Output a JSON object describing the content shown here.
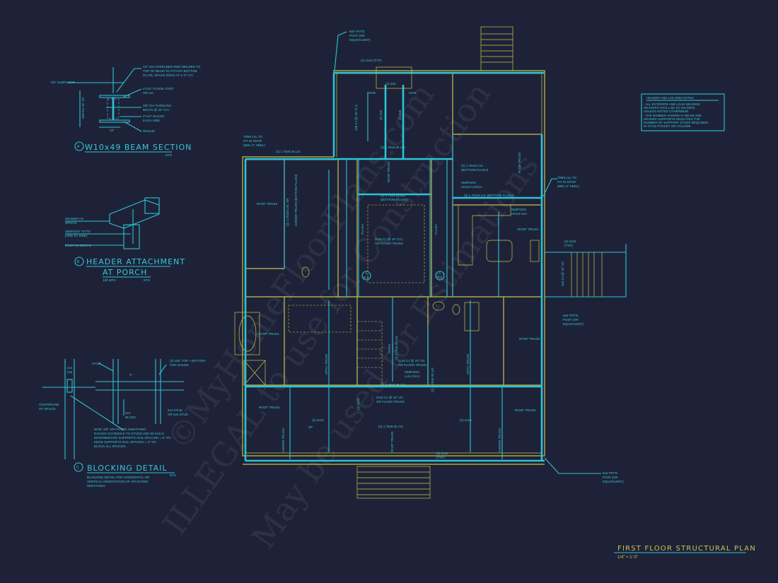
{
  "sheet": {
    "title": "FIRST FLOOR STRUCTURAL PLAN",
    "scale": "1/4\" = 1'-0\"",
    "colors": {
      "background": "#1e2238",
      "walls": "#c9c24c",
      "structure": "#2bc4d4"
    },
    "watermark": [
      "©MyHomeFloorPlans.com",
      "ILLEGAL to use for Construction",
      "May be used for Estimations"
    ]
  },
  "notes": {
    "title": "HEADER AND COLUMN NOTES",
    "lines": [
      "- ALL EXTERIOR AND LOAD BEARING",
      "HEADERS SHALL BE (2) 2x6 (MIN),",
      "UNLESS NOTED OTHERWISE.",
      "- THE NUMBER SHOWN AT BEAM AND",
      "HEADER SUPPORTS INDICATES THE",
      "NUMBER OF SUPPORT STUDS REQUIRED",
      "IN STUD POCKET OR COLUMN."
    ]
  },
  "detail_a": {
    "marker": "A",
    "title": "W10x49 BEAM SECTION",
    "nts": "NTS",
    "callouts": [
      "1/2\" DIA THREADED ROD WELDED TO",
      "TOP OF BEAM TO ATTACH BOTTOM",
      "PLATE, SPACE RODS AT 4'-0\" O.C.",
      "3/4\" SUBFLOOR",
      "2\"x10\" FLOOR JOIST",
      "OR LVL",
      "3/8\" DIA THROUGH",
      "BOLTS @ 32\" O.C.",
      "2\"x10\" NAILER",
      "EACH SIDE",
      "W10x49",
      "DEPTH OF 10\"",
      "10\""
    ]
  },
  "detail_b": {
    "marker": "B",
    "title_1": "HEADER ATTACHMENT",
    "title_2": "AT PORCH",
    "wind": "130 MPH",
    "nts": "NTS",
    "callouts": [
      "HEADER AS",
      "SPEC'D",
      "SIMPSON \"HTT5\"",
      "(ONE EA SIDE)",
      "POST AS SPEC'D"
    ]
  },
  "detail_c": {
    "marker": "C",
    "title": "BLOCKING DETAIL",
    "nts": "NTS",
    "desc": [
      "BLOCKING DETAIL FOR HORIZONTAL OR",
      "VERTICAL ORIENTATION OF APA RATED",
      "SHEATHING"
    ],
    "callouts": [
      "STUD",
      "(2) 16d, TOP + BOTTOM",
      "TOE NAILED",
      "2x4",
      "2x6",
      "3\"",
      "CENTERLINE",
      "OF SPLICE",
      "2x4",
      "BLOCK",
      "2x4 STUD",
      "OR 2x6 STUD"
    ],
    "notes": [
      "NOM. 3/8\" APA RATED SHEATHING",
      "NAILING SCHEDULE TO STUDS USE 8d NAILS",
      "INTERMEDIATE SUPPORTS NAIL SPACING = 6\" OC",
      "EDGE SUPPORTS NAIL SPACING = 3\" OC",
      "BLOCK ALL SPLICES."
    ]
  },
  "plan": {
    "labels": [
      "6x6 TRT'D",
      "POST (OR",
      "EQUIVALENT)",
      "(2) 2x10 (TYP)",
      "(2) 2x8",
      "HGR",
      "HGR",
      "(2) 2x8",
      "(2) 2x8",
      "2x8 CJ @ 16\" O.C.",
      "TRIM LVL TO",
      "FIT IN ROOF",
      "(MIN. 6\" HEEL)",
      "(2) 1.75x9.25 LVL",
      "(2) 1.75x9.25 LVL",
      "ROOF TRUSS",
      "GIRDER TRUSS (BOTTOM FLUSH)",
      "(2) 1.75x16 LVL OR",
      "(2) 1.75x9.25 LVL",
      "(BOTTOM FLUSH)",
      "ROOF TRUSS",
      "2x10 CJ @ 16\" O.C.",
      "OR FLOOR TRUSS",
      "FLUSH",
      "FLUSH",
      "(2) 1.75x16 LVL",
      "(BOTTOM FLUSH)",
      "SIMPSON",
      "HGUS 5.50/14",
      "(3) 1.75x16 LVL (BOTTOM FLUSH)",
      "SIMPSON",
      "HGUS 414",
      "ROOF TRUSS",
      "ROOF TRUSS",
      "TRIM LVL TO",
      "FIT IN ROOF",
      "(MIN. 6\" HEEL)",
      "(2) 2x10",
      "(TYP)",
      "2x6 CJ @ 16\" OC",
      "6x6 TRT'D",
      "POST (OR",
      "EQUIVALENT)",
      "ROOF TRUSS",
      "ROOF TRUSS",
      "ATTIC TRUSS",
      "OPEN",
      "(2) 1.75x9.25 LVL",
      "2x10 CJ @ 16\" OC",
      "OR FLOOR TRUSS",
      "SIMPSON",
      "LUS 210-3",
      "(2) 1.75x9.25 LVL",
      "(2) 1.75x9.25 LVL",
      "ATTIC TRUSS",
      "ROOF TRUSS",
      "2x10 CJ @ 16\" OC",
      "OR FLOOR TRUSS",
      "(2) 2x10",
      "ROOF TRUSS",
      "(2) 2x10",
      "(2) 1.75x9.25 LVL",
      "(2) 2x10",
      "GIRDER TRUSS",
      "ROOF TRUSS",
      "GIRDER TRUSS",
      "(2) 2x10",
      "(TYP)",
      "6x6 TRT'D",
      "POST (OR",
      "EQUIVALENT)",
      "SP",
      "A",
      "B-2",
      "A",
      "B-2"
    ]
  }
}
